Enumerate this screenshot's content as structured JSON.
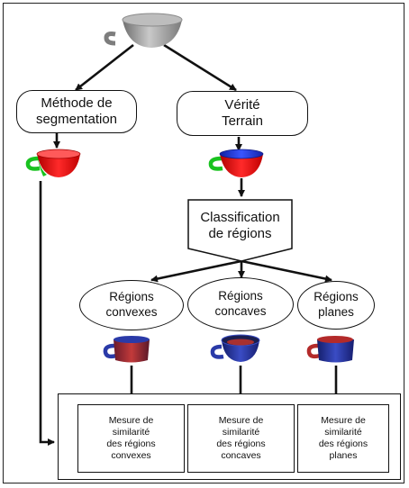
{
  "nodes": {
    "segmentation_method": "Méthode de\nsegmentation",
    "ground_truth": "Vérité\nTerrain",
    "region_classification": "Classification\nde régions",
    "convex_regions": "Régions\nconvexes",
    "concave_regions": "Régions\nconcaves",
    "planar_regions": "Régions\nplanes"
  },
  "measures": {
    "convex": "Mesure de\nsimilarité\ndes régions\nconvexes",
    "concave": "Mesure de\nsimilarité\ndes régions\nconcaves",
    "planar": "Mesure de\nsimilarité\ndes régions\nplanes"
  },
  "colors": {
    "cup_gray": "#9a9a9a",
    "segment_red": "#ff1a1a",
    "segment_green": "#19c21f",
    "truth_blue": "#2038e0",
    "region_red": "#b32a2a",
    "region_blue": "#2a3aa8",
    "arrow": "#111111"
  },
  "icons": [
    "cup-icon"
  ]
}
